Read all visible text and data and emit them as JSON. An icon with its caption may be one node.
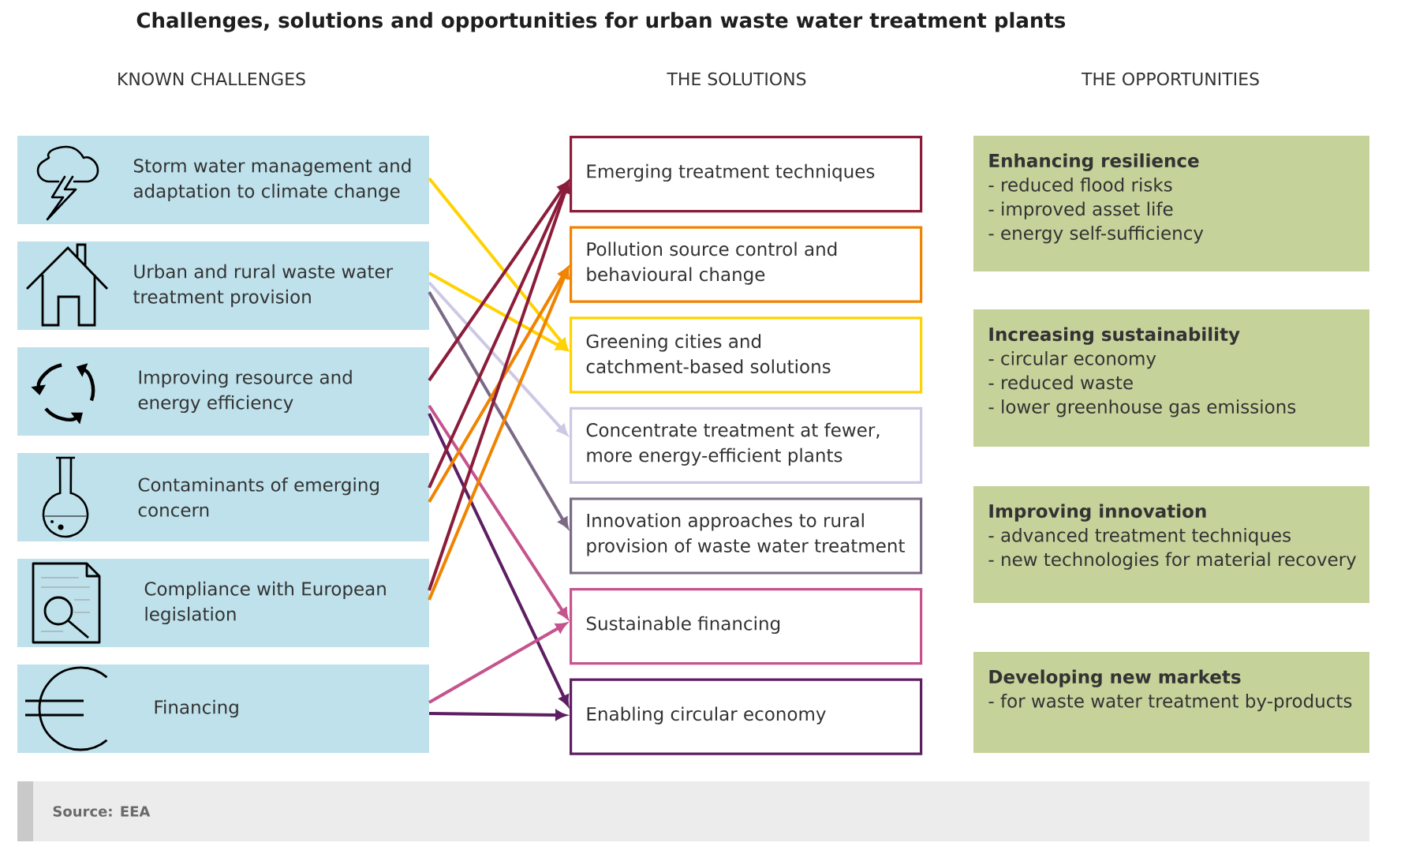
{
  "diagram": {
    "title": "Challenges, solutions and opportunities for urban waste water treatment plants",
    "nodes": [
      {
        "text": [
          "Storm water management and adaptation to climate change"
        ]
      },
      {
        "text": [
          "Urban and rural waste water treatment provision"
        ]
      },
      {
        "text": [
          "Improving resource and energy efficiency"
        ]
      },
      {
        "text": [
          "Contaminants of emerging concern"
        ]
      },
      {
        "text": [
          "Compliance with European legislation"
        ]
      },
      {
        "text": [
          "Financing"
        ]
      },
      {
        "text": [
          "Emerging treatment techniques"
        ]
      },
      {
        "text": [
          "Pollution source control and behavioural change"
        ]
      },
      {
        "text": [
          "Greening cities and catchment-based solutions"
        ]
      },
      {
        "text": [
          "Concentrate treatment at fewer, more energy-efficient plants"
        ]
      },
      {
        "text": [
          "Innovation approaches to rural provision of waste water treatment"
        ]
      },
      {
        "text": [
          "Sustainable financing"
        ]
      },
      {
        "text": [
          "Enabling circular economy"
        ]
      },
      {
        "text": [
          "Enhancing resilience",
          "- reduced flood risks",
          "- improved asset life",
          "- energy self-sufficiency"
        ]
      },
      {
        "text": [
          "Increasing sustainability",
          "- circular economy",
          "- reduced waste",
          "- lower greenhouse gas emissions"
        ]
      },
      {
        "text": [
          "Improving innovation",
          "- advanced treatment techniques",
          "- new technologies for material recovery"
        ]
      },
      {
        "text": [
          "Developing new markets",
          "- for waste water treatment by-products"
        ]
      },
      {
        "text": [
          "Source: EEA"
        ]
      }
    ],
    "edges": [
      {
        "from": 0,
        "to": 8,
        "arrow": "to",
        "color": "#ffd200"
      },
      {
        "from": 1,
        "to": 8,
        "arrow": "to",
        "color": "#ffd200"
      },
      {
        "from": 1,
        "to": 9,
        "arrow": "to",
        "color": "#cdc8e4"
      },
      {
        "from": 1,
        "to": 10,
        "arrow": "to",
        "color": "#7b6a86"
      },
      {
        "from": 2,
        "to": 6,
        "arrow": "to",
        "color": "#8b1d3b"
      },
      {
        "from": 2,
        "to": 11,
        "arrow": "to",
        "color": "#c5548e"
      },
      {
        "from": 2,
        "to": 12,
        "arrow": "to",
        "color": "#5e1e62"
      },
      {
        "from": 3,
        "to": 6,
        "arrow": "to",
        "color": "#8b1d3b"
      },
      {
        "from": 3,
        "to": 7,
        "arrow": "to",
        "color": "#f08300"
      },
      {
        "from": 4,
        "to": 6,
        "arrow": "to",
        "color": "#8b1d3b"
      },
      {
        "from": 4,
        "to": 7,
        "arrow": "to",
        "color": "#f08300"
      },
      {
        "from": 5,
        "to": 11,
        "arrow": "to",
        "color": "#c5548e"
      },
      {
        "from": 5,
        "to": 12,
        "arrow": "to",
        "color": "#5e1e62"
      }
    ],
    "labels": [
      "KNOWN CHALLENGES",
      "THE SOLUTIONS",
      "THE OPPORTUNITIES"
    ]
  }
}
